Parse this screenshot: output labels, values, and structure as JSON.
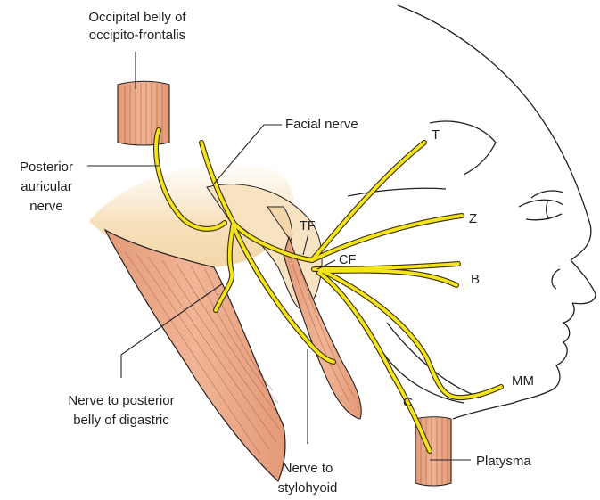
{
  "labels": {
    "occipital_line1": "Occipital belly of",
    "occipital_line2": "occipito-frontalis",
    "facial_nerve": "Facial nerve",
    "posterior_auricular_line1": "Posterior",
    "posterior_auricular_line2": "auricular",
    "posterior_auricular_line3": "nerve",
    "temporal": "T",
    "zygomatic": "Z",
    "temporofacial": "TF",
    "cervicofacial": "CF",
    "buccal": "B",
    "marginal_mandibular": "MM",
    "cervical": "C",
    "digastric_line1": "Nerve to posterior",
    "digastric_line2": "belly of digastric",
    "stylohyoid_line1": "Nerve to",
    "stylohyoid_line2": "stylohyoid",
    "platysma": "Platysma"
  },
  "colors": {
    "nerve_fill": "#f4e51b",
    "nerve_outline": "#3a2d10",
    "muscle": "#e9a07c",
    "muscle_fiber": "#a85a3c",
    "soft_tissue": "#f8e6c8",
    "outline": "#231f20"
  }
}
